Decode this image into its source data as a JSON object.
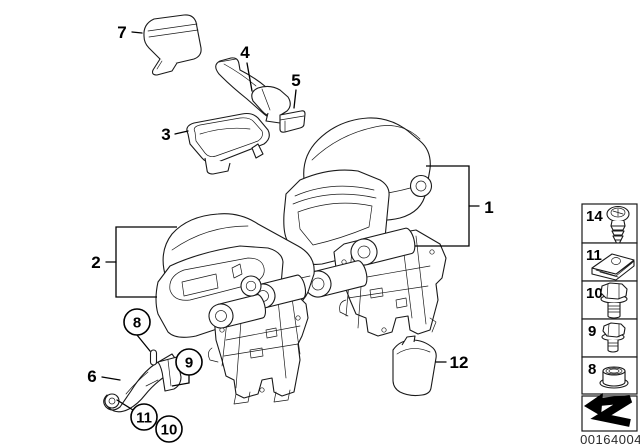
{
  "figure": {
    "type": "exploded-parts-diagram",
    "subject": "center-armrest-assembly"
  },
  "callouts": {
    "n1": "1",
    "n2": "2",
    "n3": "3",
    "n4": "4",
    "n5": "5",
    "n6": "6",
    "n7": "7",
    "n8": "8",
    "n9": "9",
    "n10": "10",
    "n11": "11",
    "n12": "12"
  },
  "legend": {
    "rows": [
      {
        "num": "14",
        "icon": "expanding-rivet-icon"
      },
      {
        "num": "11",
        "icon": "sheet-metal-clip-nut-icon"
      },
      {
        "num": "10",
        "icon": "flanged-hex-bolt-icon"
      },
      {
        "num": "9",
        "icon": "hex-head-screw-icon"
      },
      {
        "num": "8",
        "icon": "flanged-hex-nut-icon"
      }
    ],
    "nav_icon": "cross-reference-arrow-icon"
  },
  "footer": {
    "drawing_number": "00164004"
  }
}
